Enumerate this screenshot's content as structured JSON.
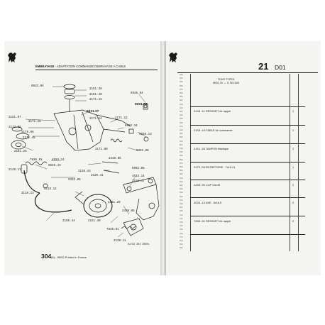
{
  "header_left": {
    "section": "EMBRAYAGE",
    "subtitle": " - ADAPTATION COMMANDE DEBRAYAGE A CABLE"
  },
  "header_right": {
    "page_number": "21",
    "page_code": "D01"
  },
  "callouts": [
    {
      "id": "c1",
      "text": "6933.04"
    },
    {
      "id": "c2",
      "text": "2151.39"
    },
    {
      "id": "c3",
      "text": "2151.40"
    },
    {
      "id": "c4",
      "text": "2171.16"
    },
    {
      "id": "c5",
      "text": "6926.04"
    },
    {
      "id": "c6",
      "text": "6001.34"
    },
    {
      "id": "c7",
      "text": "6021.27"
    },
    {
      "id": "c8",
      "text": "2151.07"
    },
    {
      "id": "c9",
      "text": "2171.15"
    },
    {
      "id": "c10",
      "text": "2173.06"
    },
    {
      "id": "c11",
      "text": "2175.06"
    },
    {
      "id": "c12",
      "text": "2171.14"
    },
    {
      "id": "c13",
      "text": "2171.12"
    },
    {
      "id": "c14",
      "text": "6962.34"
    },
    {
      "id": "c15",
      "text": "6936.13"
    },
    {
      "id": "c16",
      "text": "5902.08"
    },
    {
      "id": "c17",
      "text": "2151.26"
    },
    {
      "id": "c18",
      "text": "2171.45"
    },
    {
      "id": "c19",
      "text": "2171.80"
    },
    {
      "id": "c20",
      "text": "7836.01"
    },
    {
      "id": "c21",
      "text": "4533.14"
    },
    {
      "id": "c22",
      "text": "2149.11"
    },
    {
      "id": "c23",
      "text": "2438.05"
    },
    {
      "id": "c24",
      "text": "6948.43"
    },
    {
      "id": "c25",
      "text": "5332.05"
    },
    {
      "id": "c26",
      "text": "2120.43"
    },
    {
      "id": "c27",
      "text": "2120.41"
    },
    {
      "id": "c28",
      "text": "5902.08"
    },
    {
      "id": "c29",
      "text": "4533.14"
    },
    {
      "id": "c30",
      "text": "2150.47"
    },
    {
      "id": "c31",
      "text": "2118.13"
    },
    {
      "id": "c32",
      "text": "2119.12"
    },
    {
      "id": "c33",
      "text": "2151.29"
    },
    {
      "id": "c34",
      "text": "2438.05"
    },
    {
      "id": "c35",
      "text": "2150.44"
    },
    {
      "id": "c36",
      "text": "2151.30"
    },
    {
      "id": "c37",
      "text": "7836.01"
    },
    {
      "id": "c38",
      "text": "2148.11"
    }
  ],
  "footer": {
    "model": "304",
    "model_suffix": "(6)",
    "printed": " - 85/02 Printed in France",
    "code": "04/93 304 20D01"
  },
  "table": {
    "types_label": "TOUS TYPES",
    "mod_line": "MOD 10 → 5 763 509",
    "rows": [
      {
        "ref": "2149.11",
        "name": "RESSORT de rappel",
        "qty": "1"
      },
      {
        "ref": "2150.44",
        "name": "CABLE de commande",
        "qty": "1"
      },
      {
        "ref": "2151.26",
        "name": "TAMPON élastique",
        "qty": "1"
      },
      {
        "ref": "2175.09",
        "name": "ENTRETOISE - 7x15-21",
        "qty": "1"
      },
      {
        "ref": "2438.05",
        "name": "CLIP d'arrêt",
        "qty": "2"
      },
      {
        "ref": "4533.14",
        "name": "AXE - 8x16,5",
        "qty": "2"
      },
      {
        "ref": "7836.01",
        "name": "RESSORT de rappel",
        "qty": "2"
      }
    ]
  },
  "line_numbers": [
    "330",
    "340",
    "350",
    "360",
    "370",
    "380",
    "390",
    "400",
    "410",
    "420",
    "430",
    "440",
    "450",
    "460",
    "470",
    "480",
    "490",
    "500",
    "510",
    "520",
    "530",
    "540",
    "550",
    "560",
    "570",
    "580",
    "590",
    "600",
    "610",
    "620",
    "630",
    "640",
    "650",
    "660",
    "670",
    "680",
    "690",
    "700",
    "710",
    "720",
    "730",
    "740",
    "750",
    "760",
    "770",
    "780",
    "790",
    "800"
  ],
  "colors": {
    "ink": "#1a1a1a",
    "paper": "#f4f4f1"
  },
  "icons": [
    "lion-logo-icon"
  ]
}
